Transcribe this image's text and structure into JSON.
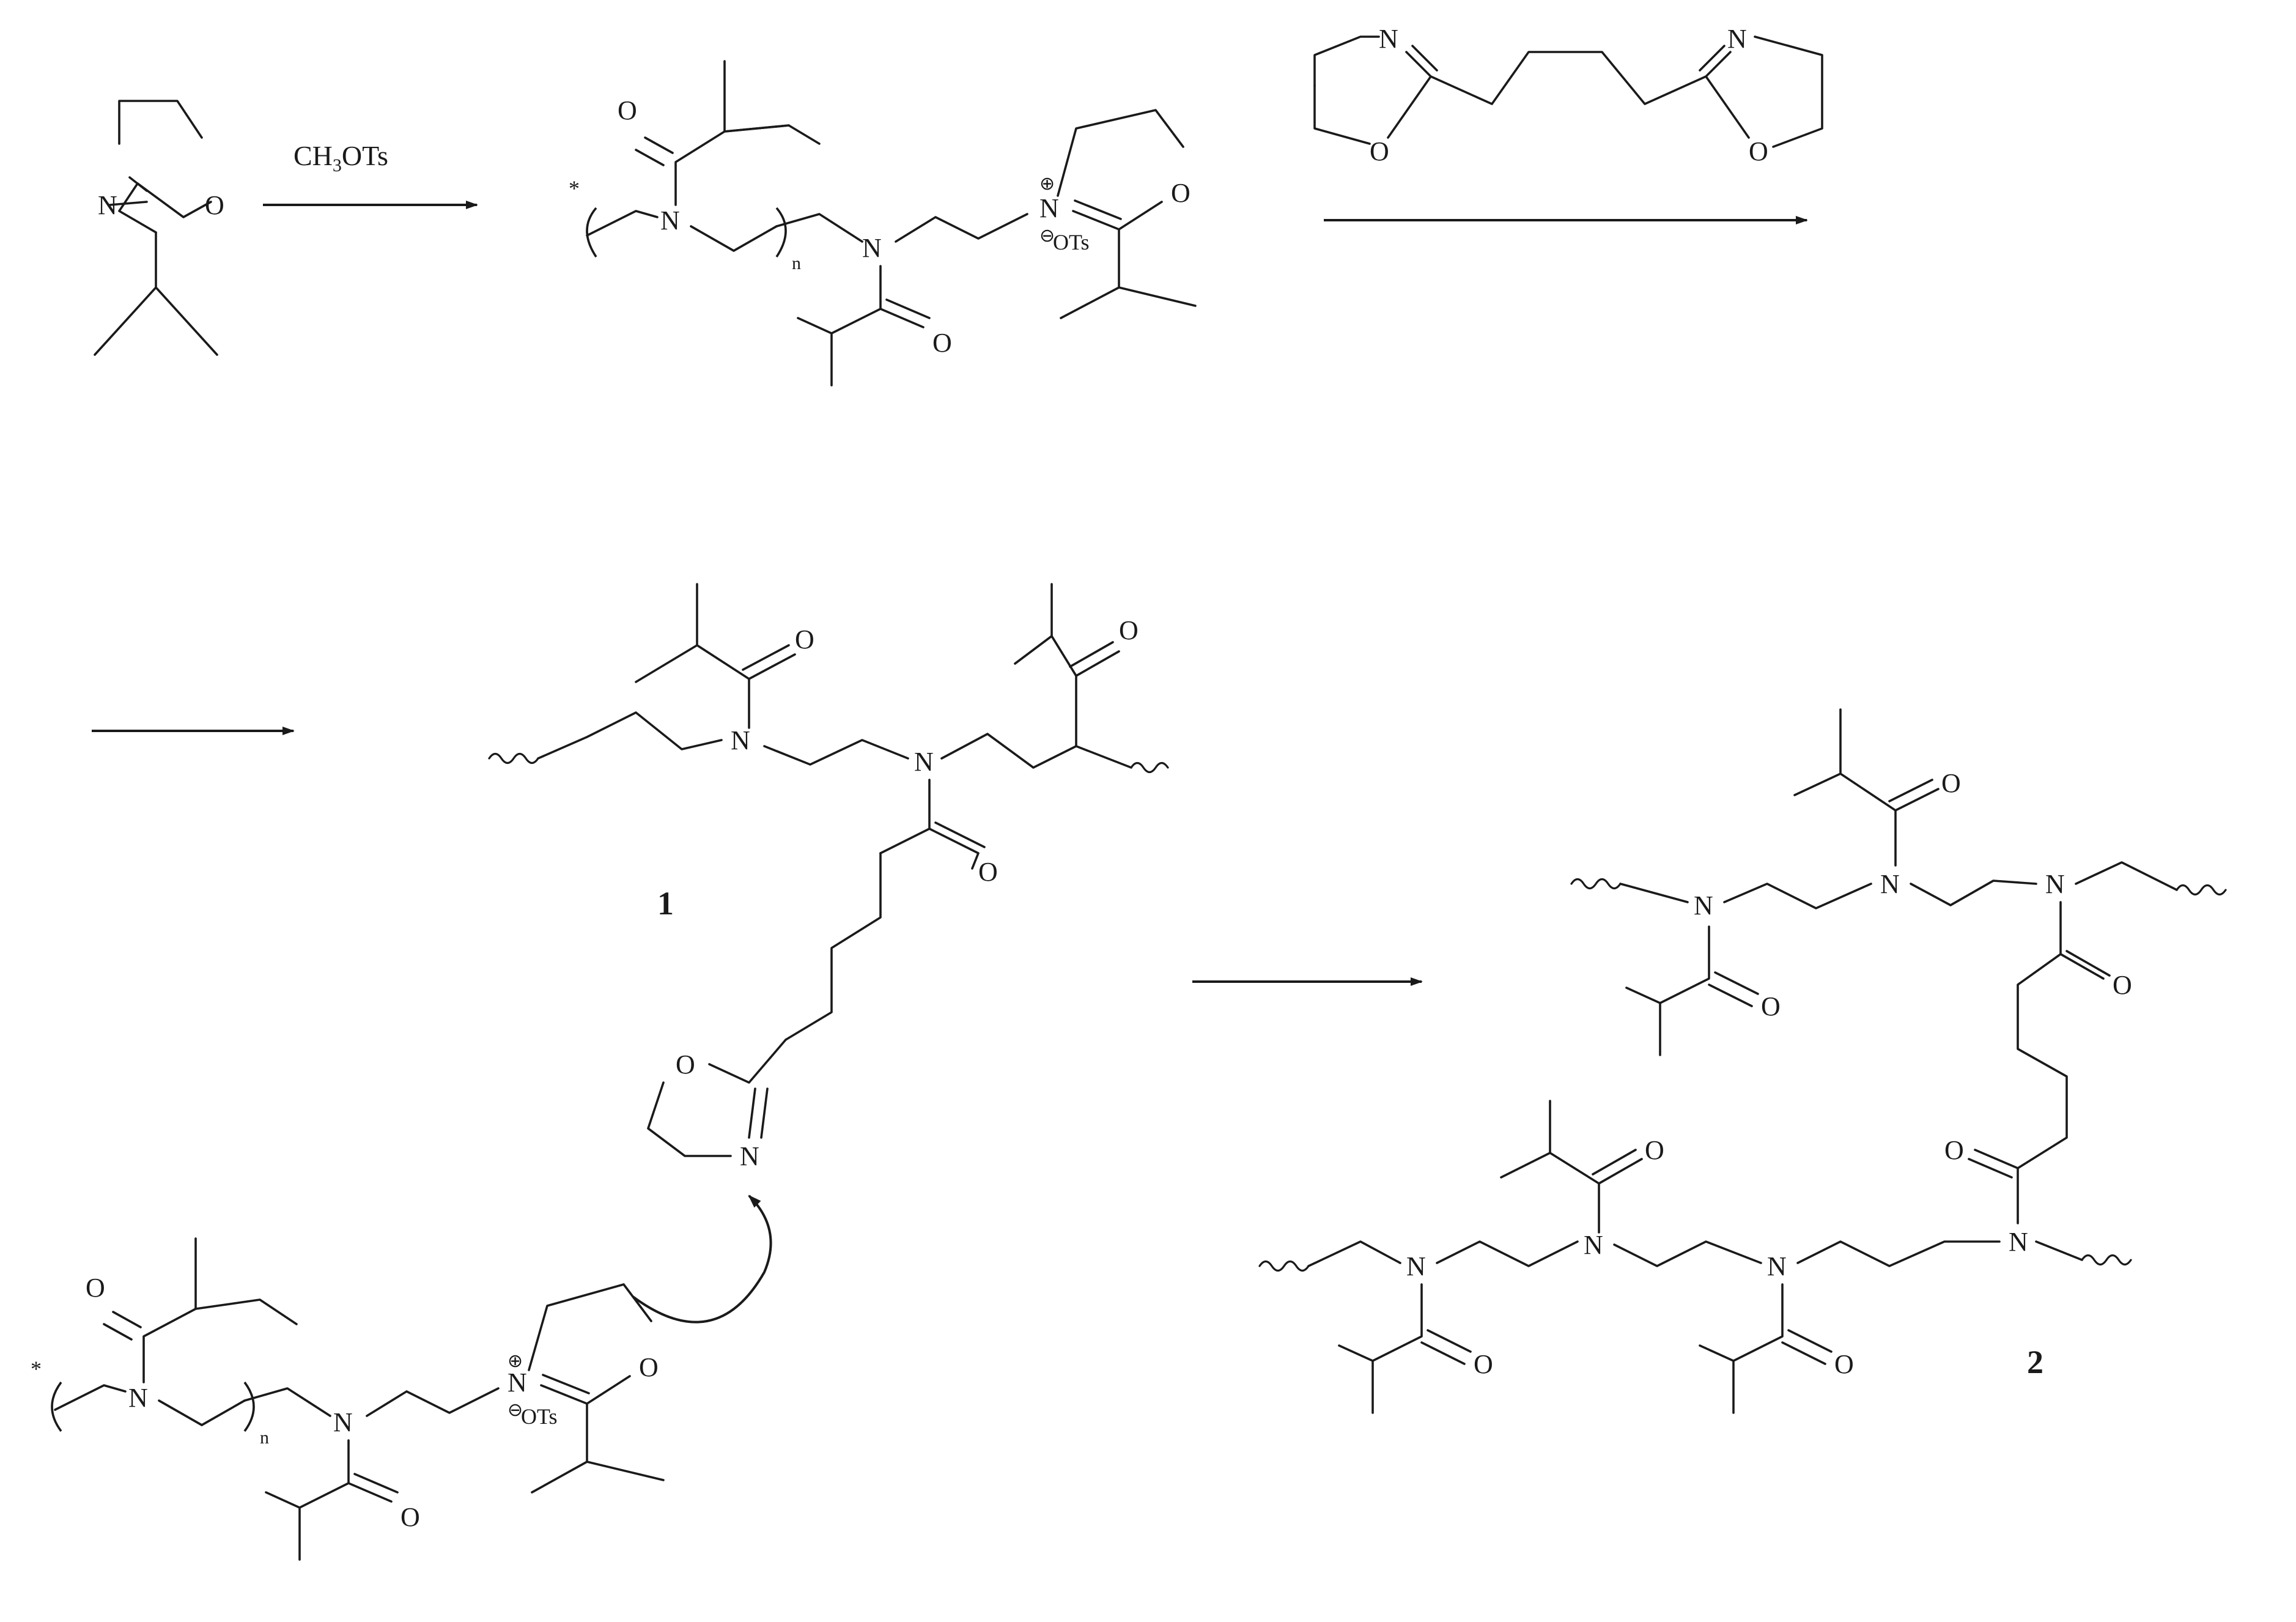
{
  "reagent": {
    "text": "CH",
    "sub": "3",
    "rest": "OTs"
  },
  "atoms": {
    "n": "N",
    "o": "O",
    "ots": "OTs",
    "star": "*",
    "repeat": "n",
    "plus": "⊕",
    "minus": "⊖"
  },
  "compounds": {
    "first": "1",
    "second": "2"
  }
}
